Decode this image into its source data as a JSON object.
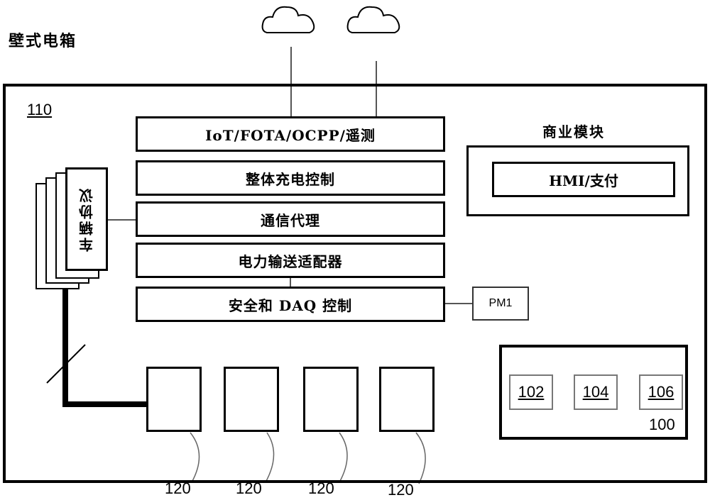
{
  "title": "壁式电箱",
  "outer_ref": "110",
  "stack": {
    "iot": "IoT/FOTA/OCPP/遥测",
    "charging_control": "整体充电控制",
    "comm_proxy": "通信代理",
    "power_adapter": "电力输送适配器",
    "safety_daq": "安全和 DAQ 控制"
  },
  "business": {
    "label": "商业模块",
    "hmi": "HMI/支付"
  },
  "pm1": "PM1",
  "vehicle_protocol": "车辆协议",
  "controller": {
    "items": [
      "102",
      "104",
      "106"
    ],
    "label": "100"
  },
  "connector_labels": [
    "120",
    "120",
    "120",
    "120"
  ],
  "icons": [
    "cloud-icon",
    "cloud-icon"
  ]
}
